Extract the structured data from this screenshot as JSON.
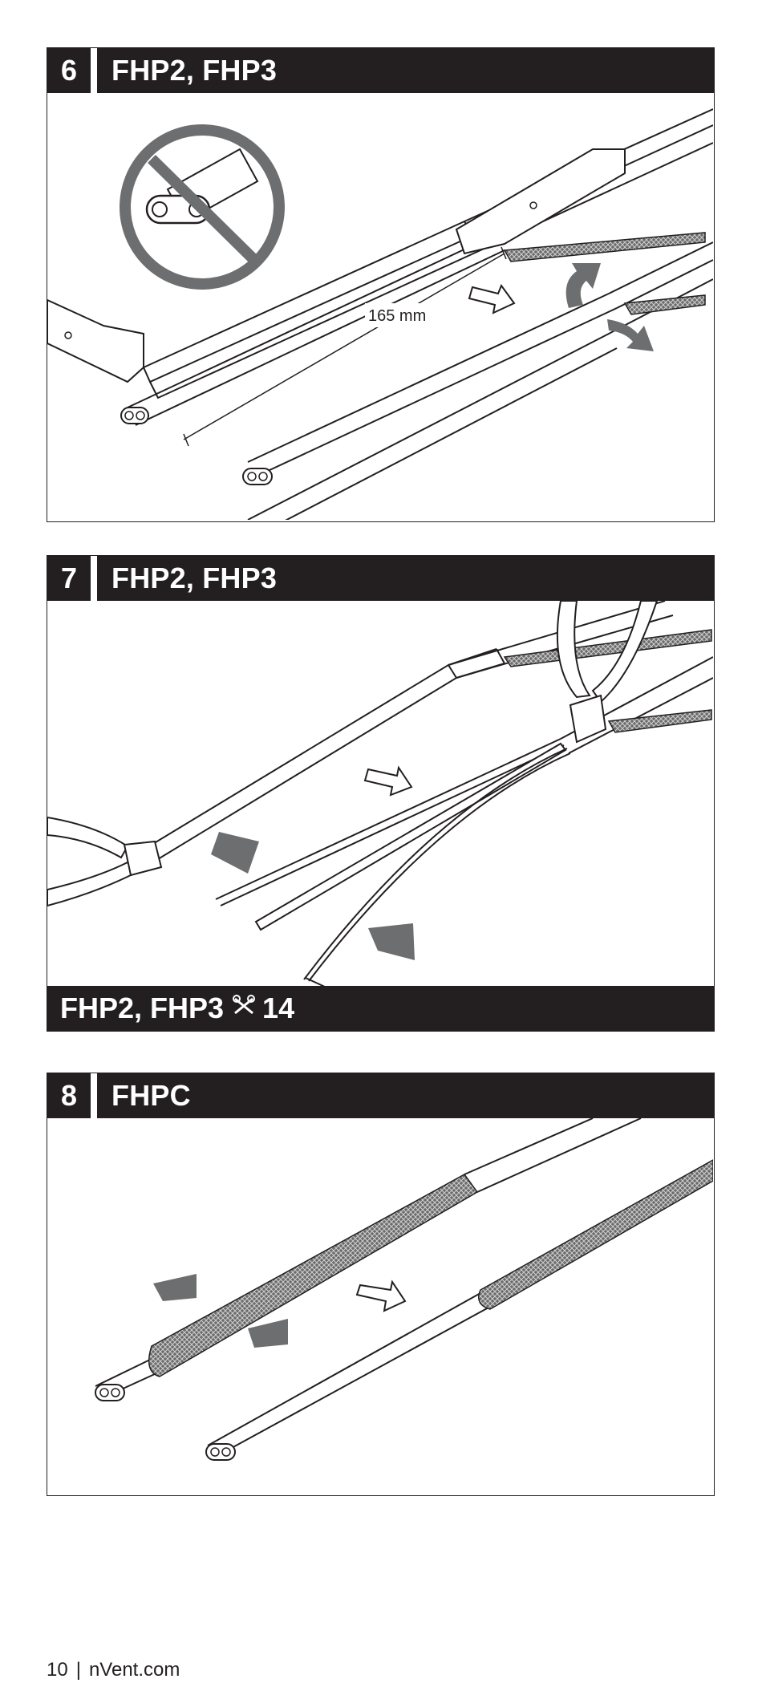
{
  "steps": [
    {
      "number": "6",
      "title": "FHP2, FHP3",
      "measurement_label": "165 mm"
    },
    {
      "number": "7",
      "title": "FHP2, FHP3",
      "footer_text": "FHP2, FHP3",
      "footer_icon": "cutter-icon",
      "footer_ref": "14"
    },
    {
      "number": "8",
      "title": "FHPC"
    }
  ],
  "footer": {
    "page_number": "10",
    "separator": "|",
    "website": "nVent.com"
  },
  "colors": {
    "header_bg": "#231f20",
    "arrow_fill": "#6d6e70",
    "braid": "#555555"
  }
}
